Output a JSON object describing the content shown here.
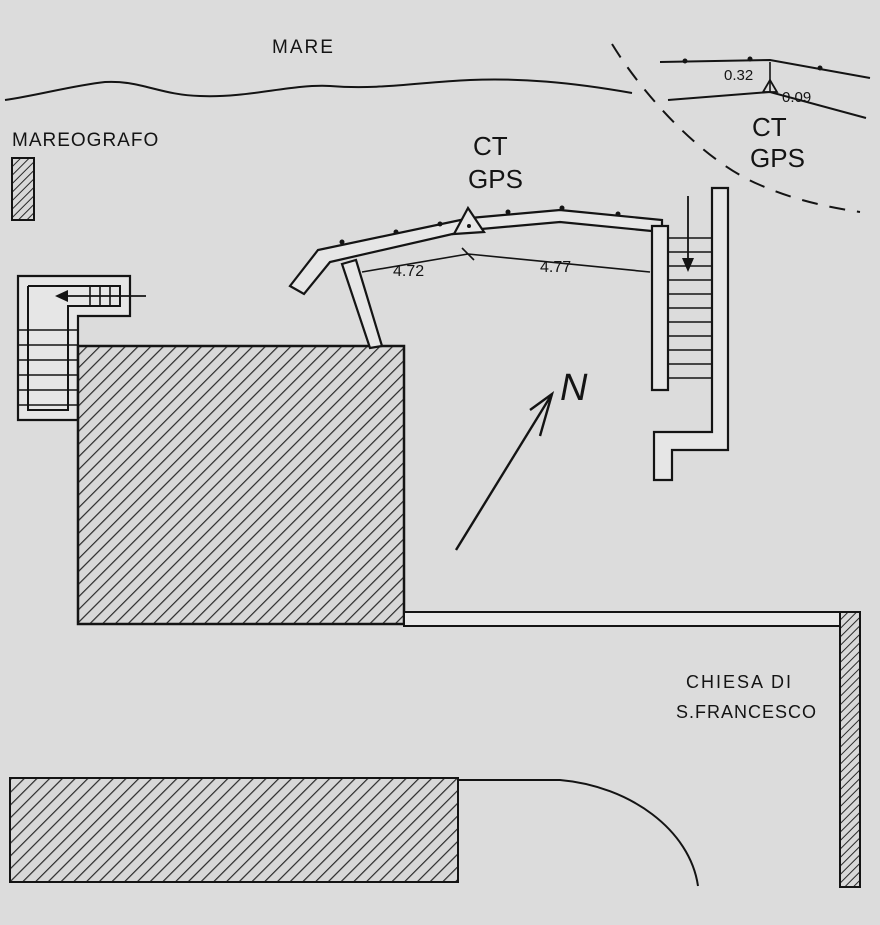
{
  "labels": {
    "sea": "MARE",
    "tide_gauge": "MAREOGRAFO",
    "ct_gps_main_1": "CT",
    "ct_gps_main_2": "GPS",
    "ct_gps_right_1": "CT",
    "ct_gps_right_2": "GPS",
    "church_1": "CHIESA DI",
    "church_2": "S.FRANCESCO",
    "north": "N"
  },
  "measurements": {
    "dist_left": "4.72",
    "dist_right": "4.77",
    "height_upper": "0.32",
    "height_lower": "0.09"
  }
}
